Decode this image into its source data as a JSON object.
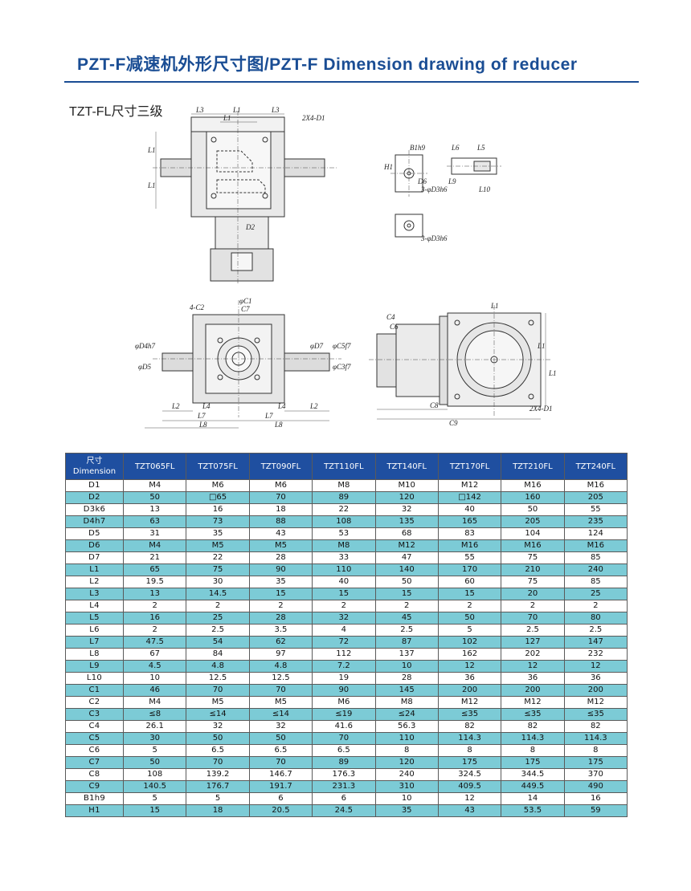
{
  "header": {
    "title": "PZT-F减速机外形尺寸图/PZT-F Dimension drawing of reducer",
    "subtitle": "TZT-FL尺寸三级"
  },
  "drawing_labels": {
    "top_view": [
      "L3",
      "L1",
      "L3",
      "L1",
      "2X4-D1",
      "L1",
      "L1",
      "D2"
    ],
    "side_detail": [
      "B1h9",
      "L6",
      "L5",
      "H1",
      "D6",
      "L9",
      "3-φD3h6",
      "L10",
      "3-φD3h6"
    ],
    "front_view": [
      "4-C2",
      "φC1",
      "C7",
      "φD4h7",
      "φD5",
      "φD7",
      "φC5f7",
      "φC3f7",
      "L2",
      "L4",
      "L2",
      "L4",
      "L7",
      "L7",
      "L8",
      "L8"
    ],
    "right_view": [
      "C4",
      "C6",
      "L1",
      "L1",
      "L1",
      "C8",
      "C9",
      "2X4-D1"
    ]
  },
  "table": {
    "header_line1": "尺寸",
    "header_line2": "Dimension",
    "columns": [
      "TZT065FL",
      "TZT075FL",
      "TZT090FL",
      "TZT110FL",
      "TZT140FL",
      "TZT170FL",
      "TZT210FL",
      "TZT240FL"
    ],
    "rows": [
      {
        "label": "D1",
        "values": [
          "M4",
          "M6",
          "M6",
          "M8",
          "M10",
          "M12",
          "M16",
          "M16"
        ]
      },
      {
        "label": "D2",
        "values": [
          "50",
          "□65",
          "70",
          "89",
          "120",
          "□142",
          "160",
          "205"
        ]
      },
      {
        "label": "D3k6",
        "values": [
          "13",
          "16",
          "18",
          "22",
          "32",
          "40",
          "50",
          "55"
        ]
      },
      {
        "label": "D4h7",
        "values": [
          "63",
          "73",
          "88",
          "108",
          "135",
          "165",
          "205",
          "235"
        ]
      },
      {
        "label": "D5",
        "values": [
          "31",
          "35",
          "43",
          "53",
          "68",
          "83",
          "104",
          "124"
        ]
      },
      {
        "label": "D6",
        "values": [
          "M4",
          "M5",
          "M5",
          "M8",
          "M12",
          "M16",
          "M16",
          "M16"
        ]
      },
      {
        "label": "D7",
        "values": [
          "21",
          "22",
          "28",
          "33",
          "47",
          "55",
          "75",
          "85"
        ]
      },
      {
        "label": "L1",
        "values": [
          "65",
          "75",
          "90",
          "110",
          "140",
          "170",
          "210",
          "240"
        ]
      },
      {
        "label": "L2",
        "values": [
          "19.5",
          "30",
          "35",
          "40",
          "50",
          "60",
          "75",
          "85"
        ]
      },
      {
        "label": "L3",
        "values": [
          "13",
          "14.5",
          "15",
          "15",
          "15",
          "15",
          "20",
          "25"
        ]
      },
      {
        "label": "L4",
        "values": [
          "2",
          "2",
          "2",
          "2",
          "2",
          "2",
          "2",
          "2"
        ]
      },
      {
        "label": "L5",
        "values": [
          "16",
          "25",
          "28",
          "32",
          "45",
          "50",
          "70",
          "80"
        ]
      },
      {
        "label": "L6",
        "values": [
          "2",
          "2.5",
          "3.5",
          "4",
          "2.5",
          "5",
          "2.5",
          "2.5"
        ]
      },
      {
        "label": "L7",
        "values": [
          "47.5",
          "54",
          "62",
          "72",
          "87",
          "102",
          "127",
          "147"
        ]
      },
      {
        "label": "L8",
        "values": [
          "67",
          "84",
          "97",
          "112",
          "137",
          "162",
          "202",
          "232"
        ]
      },
      {
        "label": "L9",
        "values": [
          "4.5",
          "4.8",
          "4.8",
          "7.2",
          "10",
          "12",
          "12",
          "12"
        ]
      },
      {
        "label": "L10",
        "values": [
          "10",
          "12.5",
          "12.5",
          "19",
          "28",
          "36",
          "36",
          "36"
        ]
      },
      {
        "label": "C1",
        "values": [
          "46",
          "70",
          "70",
          "90",
          "145",
          "200",
          "200",
          "200"
        ]
      },
      {
        "label": "C2",
        "values": [
          "M4",
          "M5",
          "M5",
          "M6",
          "M8",
          "M12",
          "M12",
          "M12"
        ]
      },
      {
        "label": "C3",
        "values": [
          "≤8",
          "≤14",
          "≤14",
          "≤19",
          "≤24",
          "≤35",
          "≤35",
          "≤35"
        ]
      },
      {
        "label": "C4",
        "values": [
          "26.1",
          "32",
          "32",
          "41.6",
          "56.3",
          "82",
          "82",
          "82"
        ]
      },
      {
        "label": "C5",
        "values": [
          "30",
          "50",
          "50",
          "70",
          "110",
          "114.3",
          "114.3",
          "114.3"
        ]
      },
      {
        "label": "C6",
        "values": [
          "5",
          "6.5",
          "6.5",
          "6.5",
          "8",
          "8",
          "8",
          "8"
        ]
      },
      {
        "label": "C7",
        "values": [
          "50",
          "70",
          "70",
          "89",
          "120",
          "175",
          "175",
          "175"
        ]
      },
      {
        "label": "C8",
        "values": [
          "108",
          "139.2",
          "146.7",
          "176.3",
          "240",
          "324.5",
          "344.5",
          "370"
        ]
      },
      {
        "label": "C9",
        "values": [
          "140.5",
          "176.7",
          "191.7",
          "231.3",
          "310",
          "409.5",
          "449.5",
          "490"
        ]
      },
      {
        "label": "B1h9",
        "values": [
          "5",
          "5",
          "6",
          "6",
          "10",
          "12",
          "14",
          "16"
        ]
      },
      {
        "label": "H1",
        "values": [
          "15",
          "18",
          "20.5",
          "24.5",
          "35",
          "43",
          "53.5",
          "59"
        ]
      }
    ]
  }
}
